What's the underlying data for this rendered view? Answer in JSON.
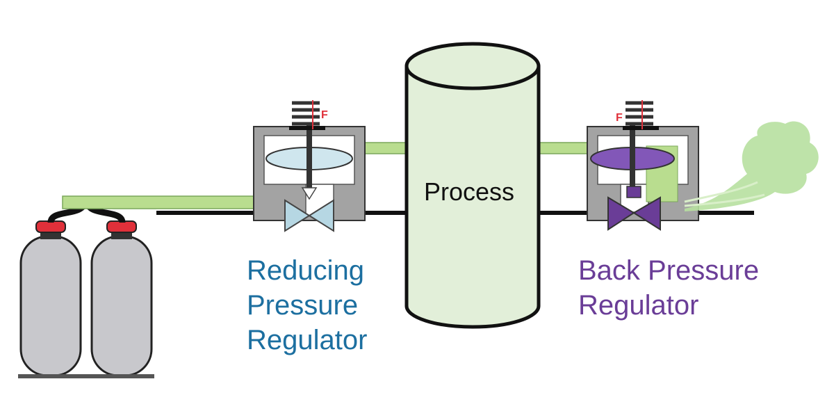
{
  "labels": {
    "process": "Process",
    "reducing": [
      "Reducing",
      "Pressure",
      "Regulator"
    ],
    "back": [
      "Back Pressure",
      "Regulator"
    ],
    "force_left": "F",
    "force_right": "F"
  },
  "colors": {
    "gas_green": "#b9dd8f",
    "process_fill": "#e2efd9",
    "reducing_blue": "#1c6fa0",
    "back_purple": "#6a3d97",
    "diaphragm_light": "#cfe6ee",
    "diaphragm_purple": "#8257b8",
    "valve_blue": "#b6d7e3",
    "valve_purple": "#6a3d97",
    "cylinder_gray": "#c8c8cc",
    "cap_red": "#e0303a",
    "body_gray": "#a3a3a3",
    "exhaust_green": "#b7e0a0"
  },
  "icons": {
    "spring_left": "spring-icon",
    "spring_right": "spring-icon"
  }
}
